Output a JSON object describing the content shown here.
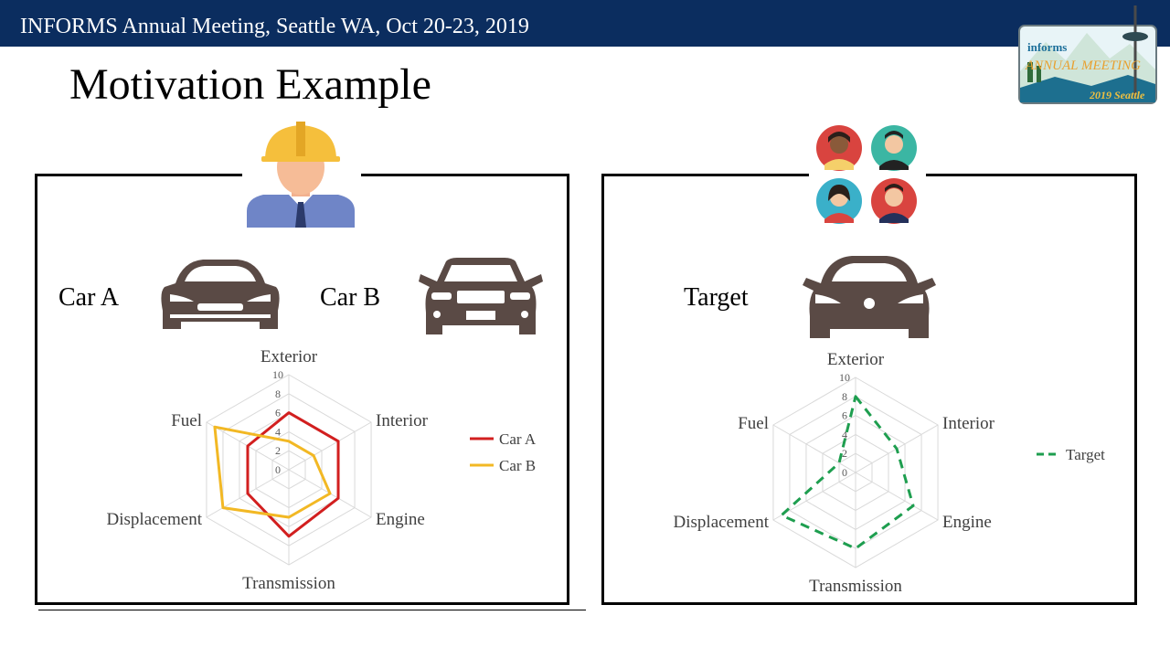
{
  "header": {
    "banner_text": "INFORMS Annual Meeting, Seattle WA, Oct 20-23, 2019",
    "logo": {
      "brand": "informs",
      "line1": "ANNUAL MEETING",
      "line2": "2019 Seattle"
    }
  },
  "slide": {
    "title": "Motivation Example"
  },
  "left_panel": {
    "car_a_label": "Car A",
    "car_b_label": "Car B"
  },
  "right_panel": {
    "target_label": "Target"
  },
  "colors": {
    "banner": "#0b2d5f",
    "car_a": "#d21f1f",
    "car_b": "#f2b824",
    "target": "#1e9e4f",
    "car_icon": "#5a4a45"
  },
  "icons": [
    "engineer-icon",
    "car-front-icon",
    "suv-front-icon",
    "customers-icon",
    "target-car-icon"
  ],
  "chart_data": [
    {
      "type": "radar",
      "axes": [
        "Exterior",
        "Interior",
        "Engine",
        "Transmission",
        "Displacement",
        "Fuel"
      ],
      "rlim": [
        0,
        10
      ],
      "ticks": [
        "0",
        "2",
        "4",
        "6",
        "8",
        "10"
      ],
      "grid": true,
      "legend_position": "right",
      "series": [
        {
          "name": "Car A",
          "values": [
            6,
            6,
            6,
            7,
            5,
            5
          ],
          "color": "#d21f1f",
          "dash": false
        },
        {
          "name": "Car B",
          "values": [
            3,
            3,
            5,
            5,
            8,
            9
          ],
          "color": "#f2b824",
          "dash": false
        }
      ]
    },
    {
      "type": "radar",
      "axes": [
        "Exterior",
        "Interior",
        "Engine",
        "Transmission",
        "Displacement",
        "Fuel"
      ],
      "rlim": [
        0,
        10
      ],
      "ticks": [
        "0",
        "2",
        "4",
        "6",
        "8",
        "10"
      ],
      "grid": true,
      "legend_position": "right",
      "series": [
        {
          "name": "Target",
          "values": [
            8,
            5,
            7,
            8,
            9,
            2
          ],
          "color": "#1e9e4f",
          "dash": true
        }
      ]
    }
  ]
}
